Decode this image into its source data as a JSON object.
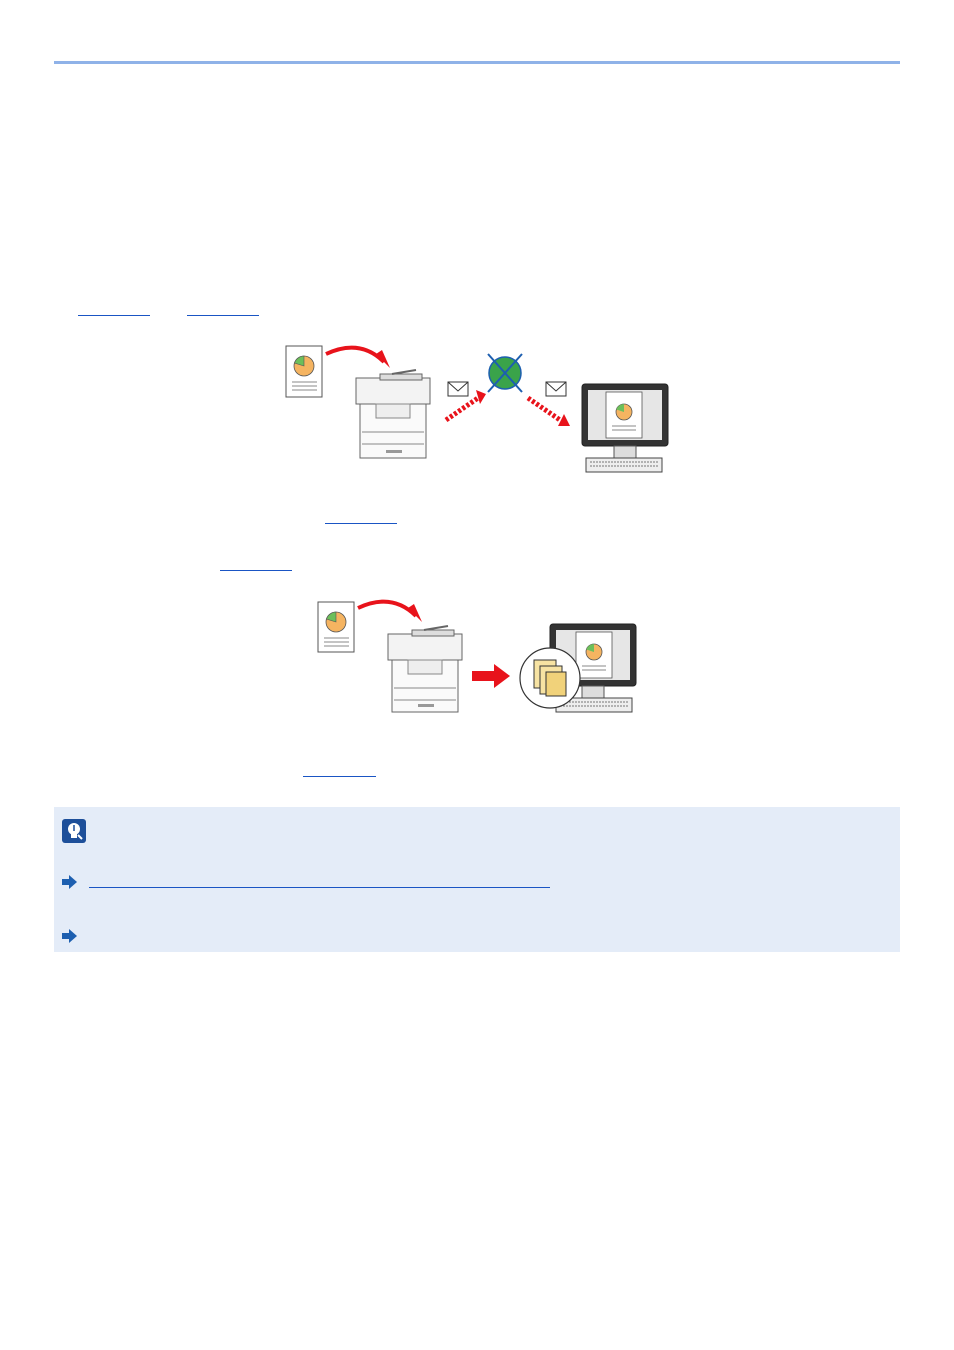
{
  "page": {
    "colors": {
      "accent_rule": "#8fb2e8",
      "link": "#1a55c4",
      "note_background": "#e4ecf8",
      "arrow_red": "#e8131b",
      "globe_green": "#3aa34a",
      "globe_blue": "#1d5fb0"
    },
    "links": [
      {
        "name": "link-1",
        "text": ""
      },
      {
        "name": "link-2",
        "text": ""
      },
      {
        "name": "link-3",
        "text": ""
      },
      {
        "name": "link-4",
        "text": ""
      },
      {
        "name": "link-5",
        "text": ""
      }
    ],
    "figures": [
      {
        "name": "send-as-email-illustration",
        "icons": [
          "document-icon",
          "mfp-icon",
          "envelope-icon",
          "internet-globe-icon",
          "computer-monitor-icon"
        ]
      },
      {
        "name": "send-to-folder-illustration",
        "icons": [
          "document-icon",
          "mfp-icon",
          "shared-folder-icon",
          "computer-monitor-icon"
        ]
      }
    ],
    "note": {
      "icon": "note-lightbulb-icon",
      "items": [
        {
          "icon": "arrow-right-icon",
          "link_text": ""
        },
        {
          "icon": "arrow-right-icon",
          "link_text": ""
        }
      ]
    }
  }
}
